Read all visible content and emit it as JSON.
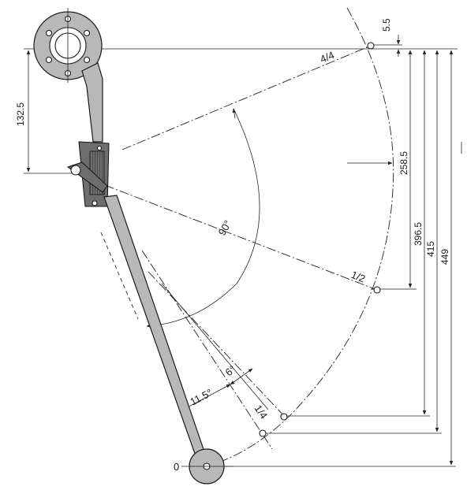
{
  "dimensions": {
    "offset": "5.5",
    "radius": "258.5",
    "v1": "396.5",
    "v2": "415",
    "v3": "449",
    "pivot_height": "132.5"
  },
  "positions": {
    "full": "4/4",
    "half": "1/2",
    "quarter": "1/4",
    "zero": "0"
  },
  "angles": {
    "total": "90°",
    "small": "11.5°",
    "tiny": "6°"
  }
}
